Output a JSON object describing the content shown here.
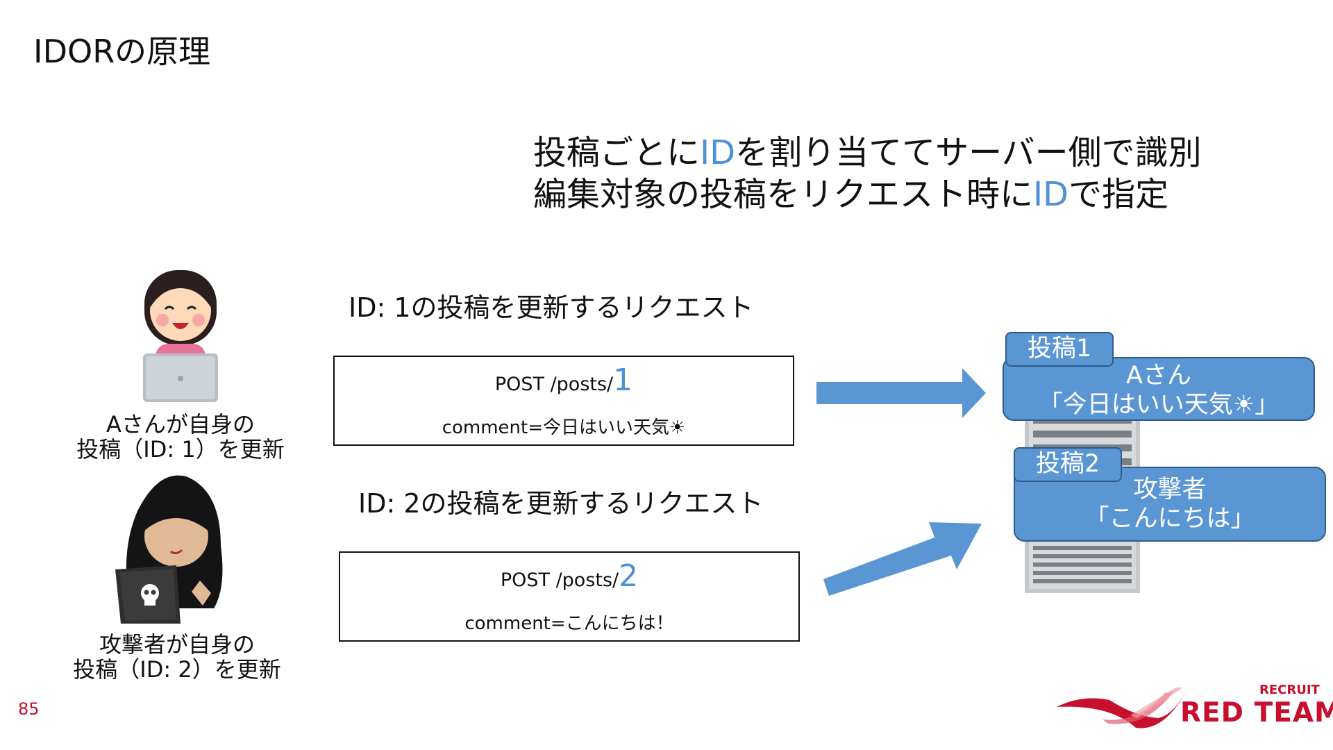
{
  "slide": {
    "title": "IDORの原理",
    "page_number": "85"
  },
  "principle": {
    "line1": {
      "pre": "投稿ごとに",
      "hl": "ID",
      "post": "を割り当ててサーバー側で識別"
    },
    "line2": {
      "pre": "編集対象の投稿をリクエスト時に",
      "hl": "ID",
      "post": "で指定"
    }
  },
  "actors": {
    "user_a": {
      "line1": "Aさんが自身の",
      "line2": "投稿（ID: 1）を更新",
      "icon": "woman-laptop-icon"
    },
    "attacker": {
      "line1": "攻撃者が自身の",
      "line2": "投稿（ID: 2）を更新",
      "icon": "hooded-attacker-icon"
    }
  },
  "requests": [
    {
      "label": "ID: 1の投稿を更新するリクエスト",
      "path": "POST /posts/",
      "id": "1",
      "body": "comment=今日はいい天気☀"
    },
    {
      "label": "ID: 2の投稿を更新するリクエスト",
      "path": "POST /posts/",
      "id": "2",
      "body": "comment=こんにちは！"
    }
  ],
  "server": {
    "icon": "server-tower-icon",
    "posts": [
      {
        "tab": "投稿1",
        "author": "Aさん",
        "comment": "「今日はいい天気☀」"
      },
      {
        "tab": "投稿2",
        "author": "攻撃者",
        "comment": "「こんにちは」"
      }
    ]
  },
  "brand": {
    "small": "RECRUIT",
    "large": "RED TEAM",
    "color": "#c8102e"
  },
  "colors": {
    "accent": "#4e92d3",
    "card": "#5b96d4",
    "arrow": "#5b96d4"
  }
}
